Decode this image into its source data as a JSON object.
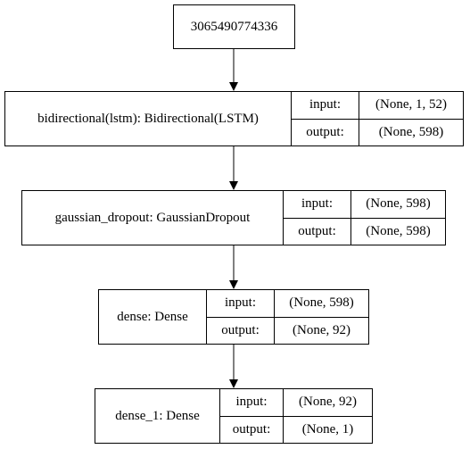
{
  "input_node": {
    "label": "3065490774336"
  },
  "layers": [
    {
      "name": "bidirectional(lstm): Bidirectional(LSTM)",
      "input_label": "input:",
      "input": "(None, 1, 52)",
      "output_label": "output:",
      "output": "(None, 598)"
    },
    {
      "name": "gaussian_dropout: GaussianDropout",
      "input_label": "input:",
      "input": "(None, 598)",
      "output_label": "output:",
      "output": "(None, 598)"
    },
    {
      "name": "dense: Dense",
      "input_label": "input:",
      "input": "(None, 598)",
      "output_label": "output:",
      "output": "(None, 92)"
    },
    {
      "name": "dense_1: Dense",
      "input_label": "input:",
      "input": "(None, 92)",
      "output_label": "output:",
      "output": "(None, 1)"
    }
  ]
}
